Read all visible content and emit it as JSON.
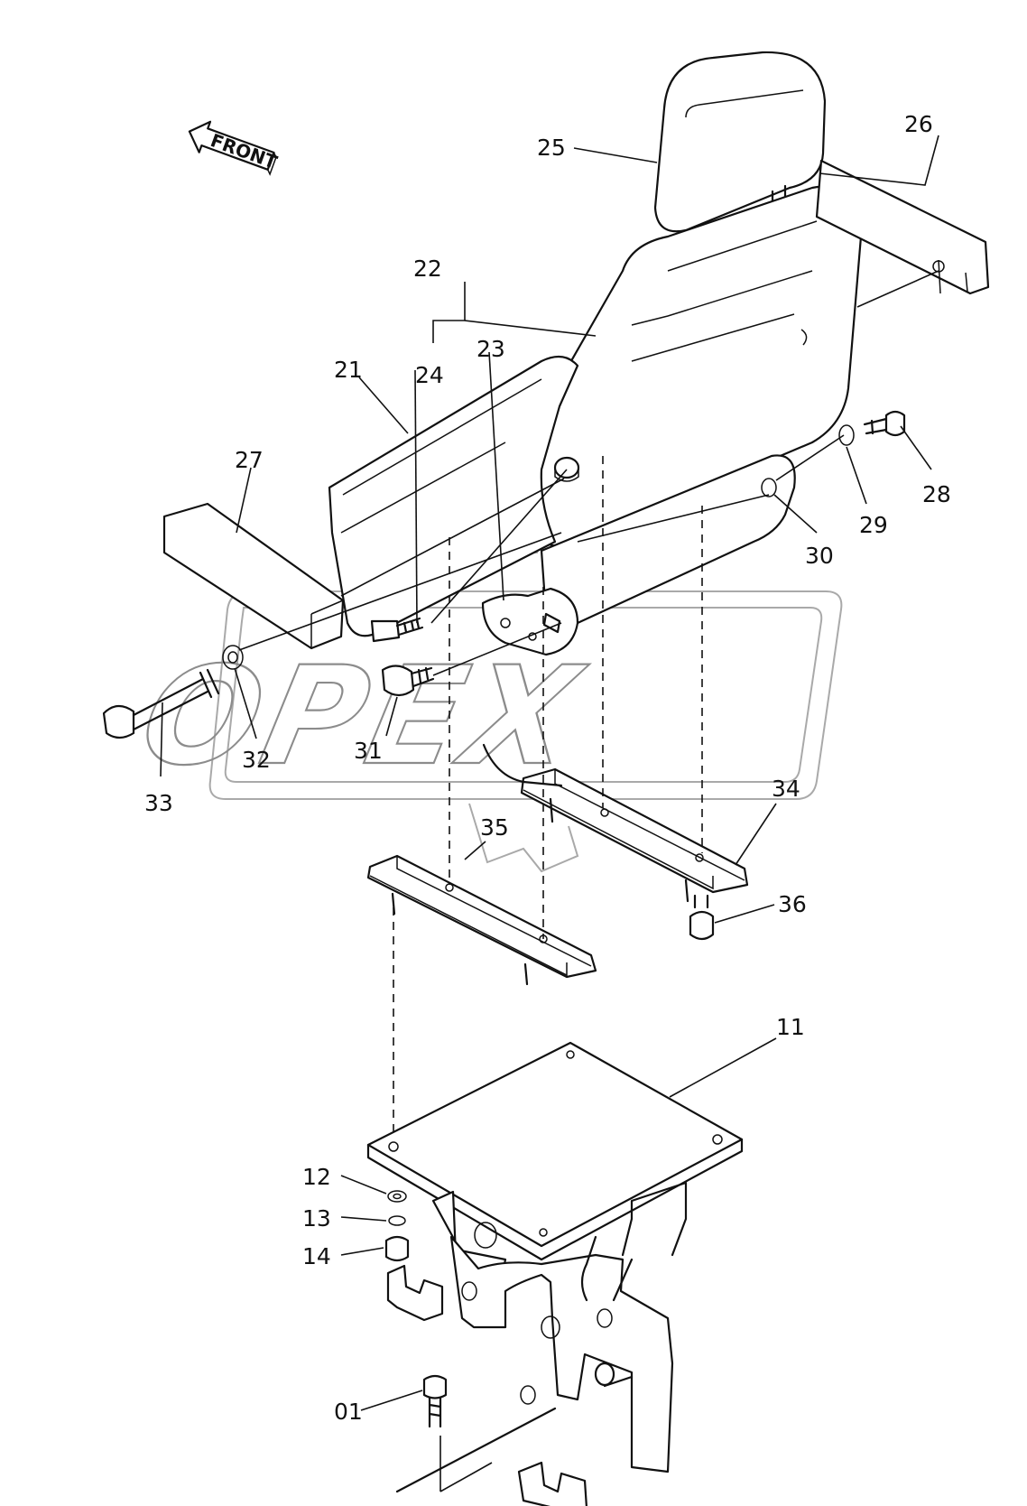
{
  "direction_label": "FRONT",
  "watermark": "OPEX",
  "callouts": [
    {
      "id": "25",
      "label": "25"
    },
    {
      "id": "26",
      "label": "26"
    },
    {
      "id": "22",
      "label": "22"
    },
    {
      "id": "23",
      "label": "23"
    },
    {
      "id": "24",
      "label": "24"
    },
    {
      "id": "21",
      "label": "21"
    },
    {
      "id": "27",
      "label": "27"
    },
    {
      "id": "28",
      "label": "28"
    },
    {
      "id": "29",
      "label": "29"
    },
    {
      "id": "30",
      "label": "30"
    },
    {
      "id": "31",
      "label": "31"
    },
    {
      "id": "32",
      "label": "32"
    },
    {
      "id": "33",
      "label": "33"
    },
    {
      "id": "34",
      "label": "34"
    },
    {
      "id": "35",
      "label": "35"
    },
    {
      "id": "36",
      "label": "36"
    },
    {
      "id": "11",
      "label": "11"
    },
    {
      "id": "12",
      "label": "12"
    },
    {
      "id": "13",
      "label": "13"
    },
    {
      "id": "14",
      "label": "14"
    },
    {
      "id": "01",
      "label": "01"
    }
  ]
}
